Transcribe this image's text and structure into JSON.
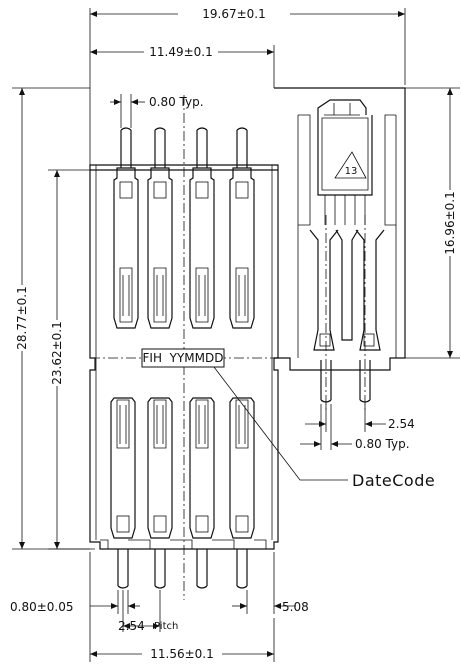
{
  "dimensions": {
    "overall_width": "19.67±0.1",
    "inner_width": "11.49±0.1",
    "lead_width_typ": "0.80 Typ.",
    "overall_height": "28.77±0.1",
    "inner_height": "23.62±0.1",
    "side_height": "16.96±0.1",
    "side_pitch": "2.54",
    "side_lead_typ": "0.80 Typ.",
    "bottom_lead_width": "0.80±0.05",
    "pitch_value": "2.54",
    "pitch_label": "Pitch",
    "right_offset": "5.08",
    "bottom_width": "11.56±0.1"
  },
  "marking": {
    "label": "FIH  YYMMDD",
    "callout": "DateCode",
    "triangle_code": "13"
  }
}
